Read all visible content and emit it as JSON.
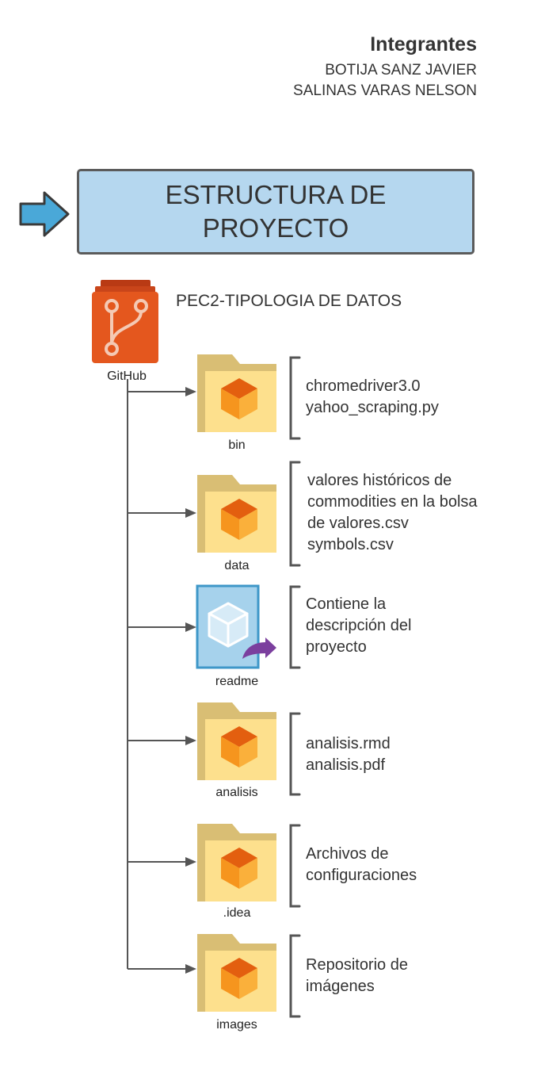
{
  "team": {
    "title": "Integrantes",
    "members": [
      "BOTIJA SANZ JAVIER",
      "SALINAS VARAS NELSON"
    ]
  },
  "header": {
    "line1": "ESTRUCTURA DE",
    "line2": "PROYECTO"
  },
  "repo": {
    "name": "PEC2-TIPOLOGIA DE DATOS",
    "platform_label": "GitHub",
    "icon": "github-branch-icon"
  },
  "items": [
    {
      "label": "bin",
      "icon": "folder-icon",
      "desc_lines": [
        "chromedriver3.0",
        "yahoo_scraping.py"
      ]
    },
    {
      "label": "data",
      "icon": "folder-icon",
      "desc_lines": [
        "valores históricos de",
        "commodities en la bolsa",
        "de valores.csv",
        "symbols.csv"
      ]
    },
    {
      "label": "readme",
      "icon": "readme-file-icon",
      "desc_lines": [
        "Contiene la",
        "descripción del",
        "proyecto"
      ]
    },
    {
      "label": "analisis",
      "icon": "folder-icon",
      "desc_lines": [
        "analisis.rmd",
        "analisis.pdf"
      ]
    },
    {
      "label": ".idea",
      "icon": "folder-icon",
      "desc_lines": [
        "Archivos de",
        "configuraciones"
      ]
    },
    {
      "label": "images",
      "icon": "folder-icon",
      "desc_lines": [
        "Repositorio de",
        "imágenes"
      ]
    }
  ],
  "colors": {
    "header_fill": "#b5d7ef",
    "arrow_fill": "#4aa8d8",
    "github_orange": "#e4571e",
    "folder_tab": "#d9be74",
    "folder_body": "#fde08d",
    "cube_orange": "#f08a1c",
    "readme_fill": "#a6d2ec",
    "readme_arrow": "#7b3f9e"
  }
}
